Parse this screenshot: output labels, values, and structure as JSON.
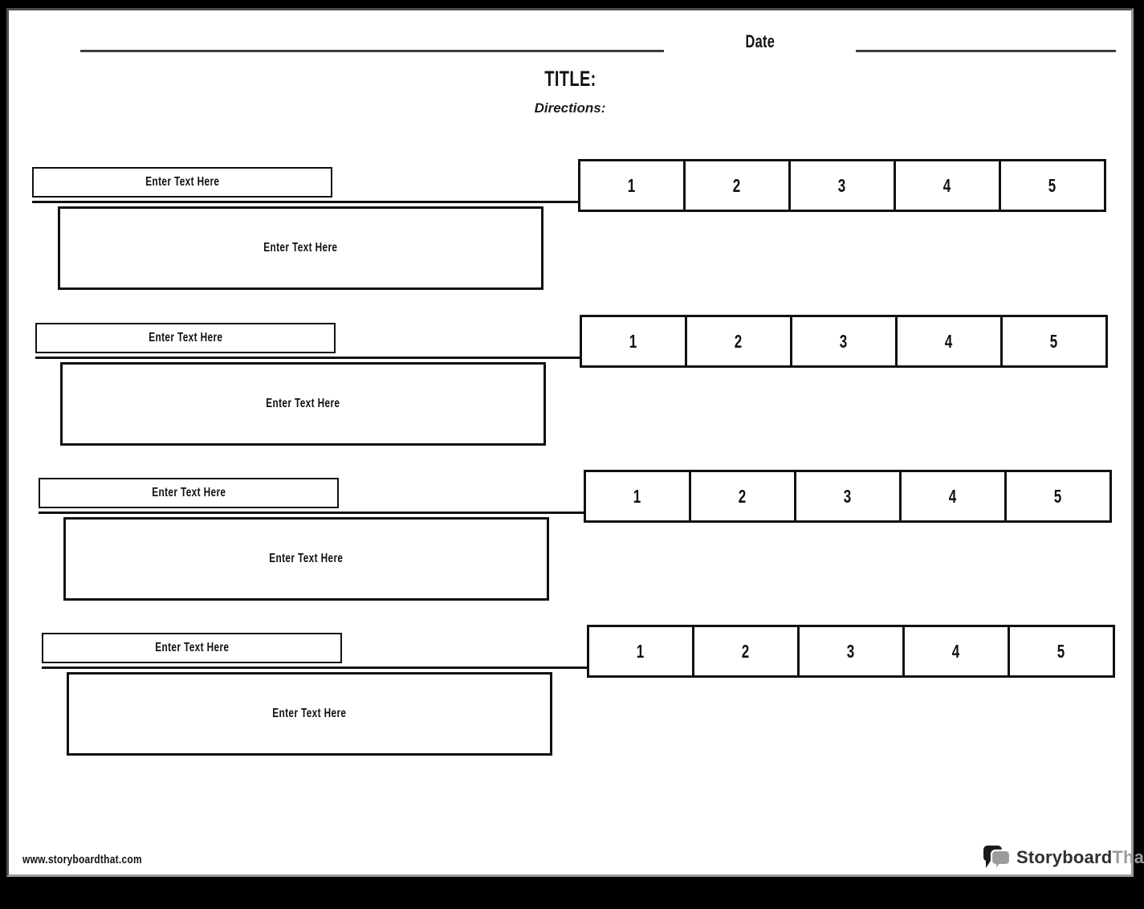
{
  "header": {
    "date_label": "Date"
  },
  "title": "TITLE:",
  "directions": "Directions:",
  "sections": [
    {
      "topic": "Enter Text Here",
      "description": "Enter Text Here",
      "ratings": [
        "1",
        "2",
        "3",
        "4",
        "5"
      ]
    },
    {
      "topic": "Enter Text Here",
      "description": "Enter Text Here",
      "ratings": [
        "1",
        "2",
        "3",
        "4",
        "5"
      ]
    },
    {
      "topic": "Enter Text Here",
      "description": "Enter Text Here",
      "ratings": [
        "1",
        "2",
        "3",
        "4",
        "5"
      ]
    },
    {
      "topic": "Enter Text Here",
      "description": "Enter Text Here",
      "ratings": [
        "1",
        "2",
        "3",
        "4",
        "5"
      ]
    }
  ],
  "footer": {
    "website": "www.storyboardthat.com",
    "brand_primary": "Storyboard",
    "brand_secondary": "That"
  },
  "colors": {
    "ink": "#111111",
    "write_line": "#3d3d3d",
    "brand_gray": "#9b9b9b",
    "page_background": "#ffffff",
    "canvas_background": "#000000"
  }
}
